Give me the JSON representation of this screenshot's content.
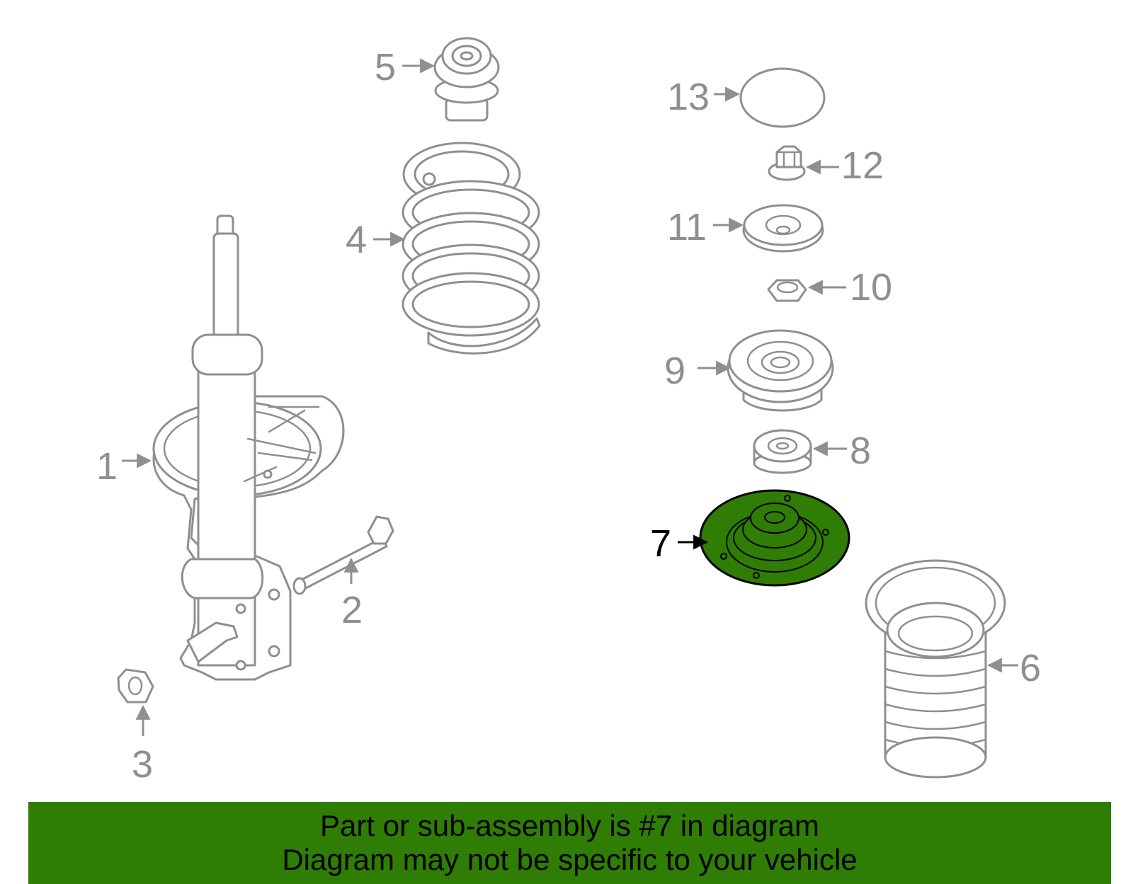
{
  "colors": {
    "highlight": "#2f7d05",
    "outline": "#8f8f8f",
    "banner": "#2f7d05",
    "banner_text": "#000000",
    "highlight_callout": "#000000"
  },
  "callouts": {
    "p1": "1",
    "p2": "2",
    "p3": "3",
    "p4": "4",
    "p5": "5",
    "p6": "6",
    "p7": "7",
    "p8": "8",
    "p9": "9",
    "p10": "10",
    "p11": "11",
    "p12": "12",
    "p13": "13"
  },
  "highlighted_part": "7",
  "banner": {
    "line1": "Part or sub-assembly is #7 in diagram",
    "line2": "Diagram may not be specific to your vehicle"
  }
}
